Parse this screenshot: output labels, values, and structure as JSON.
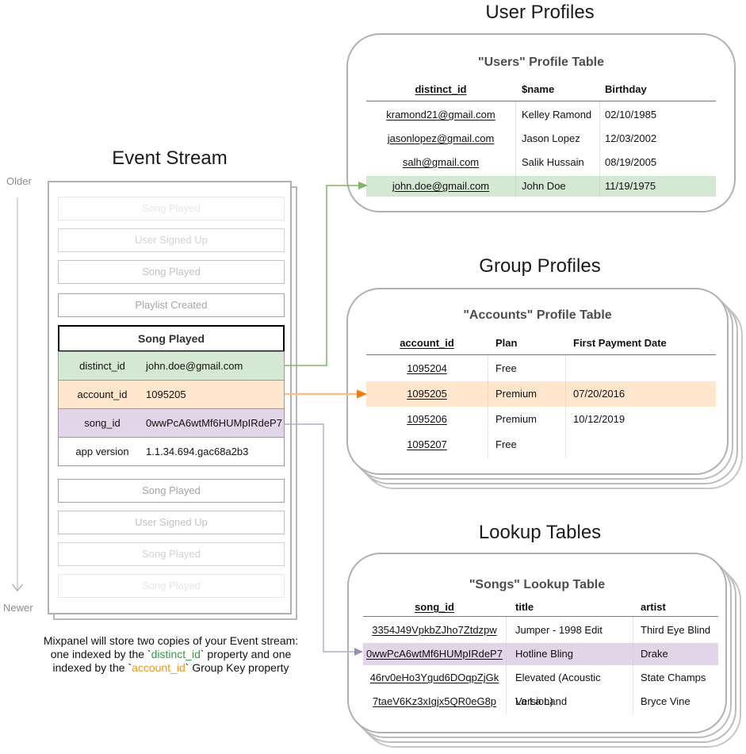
{
  "event_stream": {
    "title": "Event Stream",
    "older_label": "Older",
    "newer_label": "Newer",
    "events_before": [
      "Song Played",
      "User Signed Up",
      "Song Played",
      "Playlist Created"
    ],
    "detail_event": {
      "title": "Song Played",
      "properties": [
        {
          "key": "distinct_id",
          "value": "john.doe@gmail.com"
        },
        {
          "key": "account_id",
          "value": "1095205"
        },
        {
          "key": "song_id",
          "value": "0wwPcA6wtMf6HUMpIRdeP7"
        },
        {
          "key": "app version",
          "value": "1.1.34.694.gac68a2b3"
        }
      ]
    },
    "events_after": [
      "Song Played",
      "User Signed Up",
      "Song Played",
      "Song Played"
    ]
  },
  "caption": {
    "line1": "Mixpanel will store two copies of your Event stream:",
    "line2_pre": "one indexed by the `",
    "line2_code": "distinct_id",
    "line2_post": "` property and one",
    "line3_pre": "indexed by the `",
    "line3_code": "account_id",
    "line3_post": "` Group Key property"
  },
  "user_profiles": {
    "section_title": "User Profiles",
    "card_title": "\"Users\" Profile Table",
    "columns": [
      "distinct_id",
      "$name",
      "Birthday"
    ],
    "rows": [
      [
        "kramond21@gmail.com",
        "Kelley Ramond",
        "02/10/1985"
      ],
      [
        "jasonlopez@gmail.com",
        "Jason Lopez",
        "12/03/2002"
      ],
      [
        "salh@gmail.com",
        "Salik Hussain",
        "08/19/2005"
      ],
      [
        "john.doe@gmail.com",
        "John Doe",
        "11/19/1975"
      ]
    ],
    "highlighted_row_index": 3
  },
  "group_profiles": {
    "section_title": "Group Profiles",
    "card_title": "\"Accounts\" Profile Table",
    "columns": [
      "account_id",
      "Plan",
      "First Payment Date"
    ],
    "rows": [
      [
        "1095204",
        "Free",
        ""
      ],
      [
        "1095205",
        "Premium",
        "07/20/2016"
      ],
      [
        "1095206",
        "Premium",
        "10/12/2019"
      ],
      [
        "1095207",
        "Free",
        ""
      ]
    ],
    "highlighted_row_index": 1
  },
  "lookup_tables": {
    "section_title": "Lookup Tables",
    "card_title": "\"Songs\" Lookup Table",
    "columns": [
      "song_id",
      "title",
      "artist"
    ],
    "rows": [
      [
        "3354J49VpkbZJho7Ztdzpw",
        "Jumper - 1998 Edit",
        "Third Eye Blind"
      ],
      [
        "0wwPcA6wtMf6HUMpIRdeP7",
        "Hotline Bling",
        "Drake"
      ],
      [
        "46rv0eHo3Ygud6DOqpZjGk",
        "Elevated (Acoustic Version)",
        "State Champs"
      ],
      [
        "7taeV6Kz3xIgjx5QR0eG8p",
        "La La Land",
        "Bryce Vine"
      ]
    ],
    "highlighted_row_index": 1
  },
  "colors": {
    "green_highlight": "#d5e8d4",
    "orange_highlight": "#ffe6cc",
    "purple_highlight": "#e1d5e7",
    "green_connector": "#82b366",
    "orange_connector_stem": "#f2c28d",
    "orange_connector_head": "#ef7d0f",
    "purple_connector_stem": "#b9aacb",
    "purple_connector_head": "#9c8cae",
    "caption_distinct_id_green": "#2e9e44",
    "caption_account_id_orange": "#f59514"
  }
}
